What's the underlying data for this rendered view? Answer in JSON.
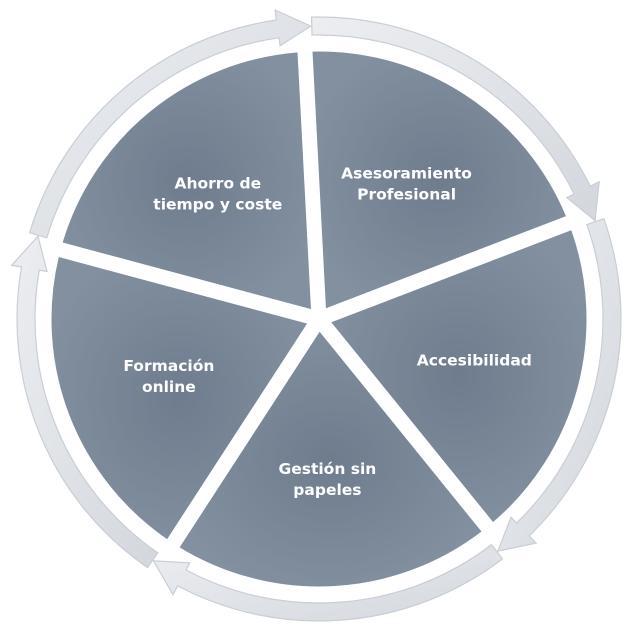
{
  "diagram": {
    "type": "segmented-cycle",
    "segments": [
      {
        "label_lines": [
          "Asesoramiento",
          "Profesional"
        ]
      },
      {
        "label_lines": [
          "Accesibilidad"
        ]
      },
      {
        "label_lines": [
          "Gestión sin",
          "papeles"
        ]
      },
      {
        "label_lines": [
          "Formación",
          "online"
        ]
      },
      {
        "label_lines": [
          "Ahorro de",
          "tiempo y coste"
        ]
      }
    ],
    "colors": {
      "segment_fill": "#7a8797",
      "arrow_fill": "#e1e4e8",
      "arrow_stroke": "#c9ced5",
      "label": "#ffffff"
    }
  }
}
